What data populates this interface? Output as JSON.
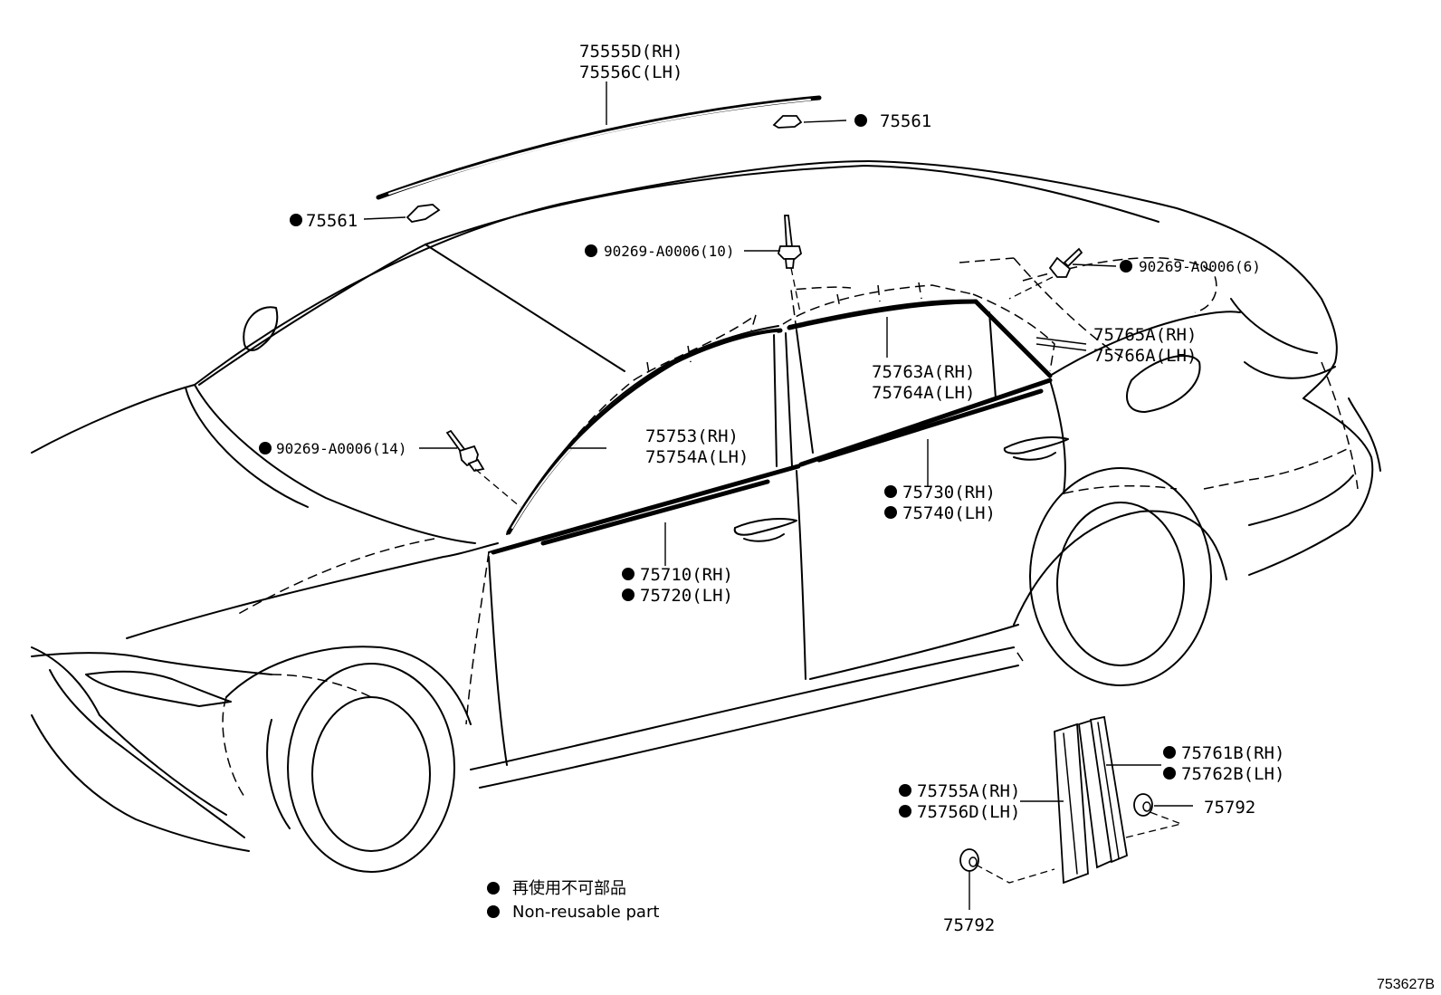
{
  "diagram": {
    "callouts": {
      "roof_moulding_rh": "75555D(RH)",
      "roof_moulding_lh": "75556C(LH)",
      "roof_clip_rear": "75561",
      "roof_clip_front": "75561",
      "clip_roof": "90269-A0006(10)",
      "clip_rear": "90269-A0006(6)",
      "clip_front": "90269-A0006(14)",
      "rear_quarter_rh": "75765A(RH)",
      "rear_quarter_lh": "75766A(LH)",
      "rear_door_frame_rh": "75763A(RH)",
      "rear_door_frame_lh": "75764A(LH)",
      "front_door_frame_rh": "75753(RH)",
      "front_door_frame_lh": "75754A(LH)",
      "rear_belt_rh": "75730(RH)",
      "rear_belt_lh": "75740(LH)",
      "front_belt_rh": "75710(RH)",
      "front_belt_lh": "75720(LH)",
      "rear_pillar_rh": "75761B(RH)",
      "rear_pillar_lh": "75762B(LH)",
      "front_pillar_rh": "75755A(RH)",
      "front_pillar_lh": "75756D(LH)",
      "pillar_clip_right": "75792",
      "pillar_clip_bottom": "75792"
    },
    "legend": {
      "japanese": "再使用不可部品",
      "english": "Non-reusable part"
    },
    "reference_number": "753627B"
  }
}
